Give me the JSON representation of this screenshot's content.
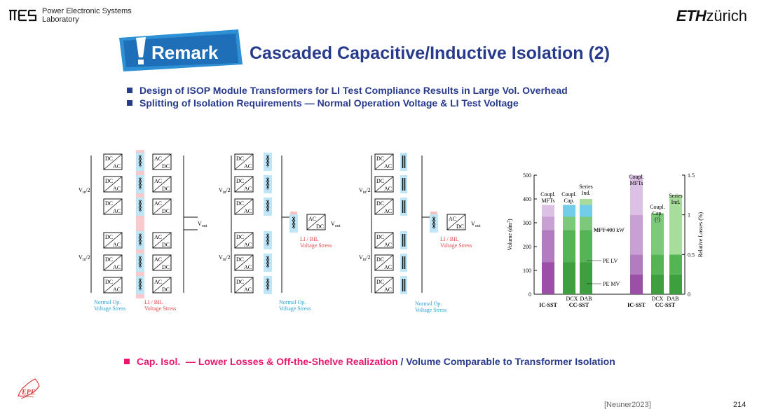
{
  "header": {
    "lab_name_line1": "Power Electronic Systems",
    "lab_name_line2": "Laboratory",
    "eth_bold": "ETH",
    "eth_regular": "zürich"
  },
  "badge": {
    "text": "Remark",
    "icon": "exclamation-icon"
  },
  "title": "Cascaded Capacitive/Inductive Isolation (2)",
  "bullets": [
    "Design of ISOP Module Transformers for LI Test Compliance Results in Large Vol. Overhead",
    "Splitting of Isolation Requirements — Normal Operation Voltage & LI Test Voltage"
  ],
  "diagrams": {
    "dc": "DC",
    "ac": "AC",
    "vin_half": "V",
    "vin_sub": "in",
    "vin_suffix": "/2",
    "vout": "V",
    "vout_sub": "out",
    "normal_op_l1": "Normal Op.",
    "normal_op_l2": "Voltage Stress",
    "li_bil_l1": "LI / BIL",
    "li_bil_l2": "Voltage Stress"
  },
  "chart_data": {
    "type": "bar",
    "stacked": true,
    "ylabel": "Volume (dm³)",
    "ylabel_base": "Volume (dm",
    "ylabel_exp": "3",
    "ylabel_close": ")",
    "y2label": "Relative Losses (%)",
    "ylim": [
      0,
      500
    ],
    "yticks": [
      "0",
      "100",
      "200",
      "300",
      "400",
      "500"
    ],
    "y2lim": [
      0,
      1.5
    ],
    "y2ticks": [
      "0",
      "0.5",
      "1",
      "1.5"
    ],
    "groups": [
      {
        "label": "IC-SST",
        "bars": [
          {
            "label": "",
            "segments": [
              135,
              135,
              55,
              50
            ],
            "colors": [
              "#9b4fa7",
              "#b47cc0",
              "#c9a0d3",
              "#dcc1e4"
            ]
          }
        ]
      },
      {
        "label": "CC-SST",
        "bars": [
          {
            "label": "DCX",
            "segments": [
              135,
              135,
              55,
              50
            ],
            "colors": [
              "#3e9e40",
              "#56b457",
              "#7cc97b",
              "#74cde8"
            ]
          },
          {
            "label": "DAB",
            "segments": [
              135,
              135,
              55,
              50,
              25
            ],
            "colors": [
              "#3e9e40",
              "#56b457",
              "#7cc97b",
              "#74cde8",
              "#a8dc9a"
            ]
          }
        ]
      },
      {
        "label": "IC-SST",
        "bars": [
          {
            "label": "",
            "segments": [
              0.25,
              0.25,
              0.5,
              0.5
            ],
            "colors": [
              "#9b4fa7",
              "#b47cc0",
              "#c9a0d3",
              "#dcc1e4"
            ]
          }
        ]
      },
      {
        "label": "CC-SST",
        "bars": [
          {
            "label": "DCX",
            "segments": [
              0.25,
              0.25,
              0.52
            ],
            "colors": [
              "#3e9e40",
              "#56b457",
              "#7cc97b"
            ]
          },
          {
            "label": "DAB",
            "segments": [
              0.25,
              0.25,
              0.75
            ],
            "colors": [
              "#3e9e40",
              "#56b457",
              "#a8dc9a"
            ]
          }
        ]
      }
    ],
    "bar_labels": {
      "coupl_mfts_l1": "Coupl.",
      "coupl_mfts_l2": "MFTs",
      "coupl_cap_l1": "Coupl.",
      "coupl_cap_l2": "Cap.",
      "coupl_cap_l3": "(!)",
      "series_ind_l1": "Series",
      "series_ind_l2": "Ind.",
      "ind_l2": "Ind."
    },
    "annotations": [
      "MFT 400 kW",
      "PE LV",
      "PE MV"
    ],
    "x_top_labels": [
      "DCX",
      "DAB",
      "DCX",
      "DAB"
    ],
    "x_bottom_labels": [
      "IC-SST",
      "CC-SST",
      "IC-SST",
      "CC-SST"
    ]
  },
  "conclusion": {
    "part1": "Cap. Isol.",
    "part2": "— Lower Losses",
    "part3": "& Off-the-Shelve Realization",
    "part4": "/ Volume Comparable to Transformer Isolation"
  },
  "footer": {
    "citation": "[Neuner2023]",
    "page": "214",
    "logo_text": "EPE"
  }
}
